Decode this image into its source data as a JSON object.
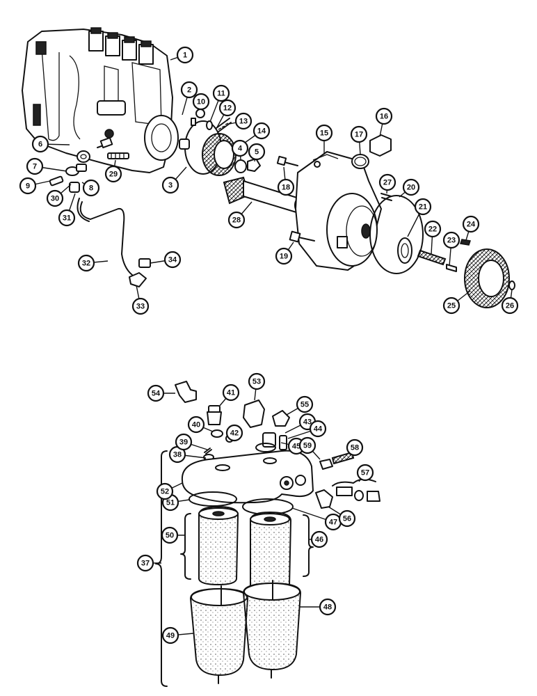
{
  "callouts": [
    {
      "label": "1"
    },
    {
      "label": "2"
    },
    {
      "label": "3"
    },
    {
      "label": "4"
    },
    {
      "label": "5"
    },
    {
      "label": "6"
    },
    {
      "label": "7"
    },
    {
      "label": "8"
    },
    {
      "label": "9"
    },
    {
      "label": "10"
    },
    {
      "label": "11"
    },
    {
      "label": "12"
    },
    {
      "label": "13"
    },
    {
      "label": "14"
    },
    {
      "label": "15"
    },
    {
      "label": "16"
    },
    {
      "label": "17"
    },
    {
      "label": "18"
    },
    {
      "label": "19"
    },
    {
      "label": "20"
    },
    {
      "label": "21"
    },
    {
      "label": "22"
    },
    {
      "label": "23"
    },
    {
      "label": "24"
    },
    {
      "label": "25"
    },
    {
      "label": "26"
    },
    {
      "label": "27"
    },
    {
      "label": "28"
    },
    {
      "label": "29"
    },
    {
      "label": "30"
    },
    {
      "label": "31"
    },
    {
      "label": "32"
    },
    {
      "label": "33"
    },
    {
      "label": "34"
    },
    {
      "label": "37"
    },
    {
      "label": "38"
    },
    {
      "label": "39"
    },
    {
      "label": "40"
    },
    {
      "label": "41"
    },
    {
      "label": "42"
    },
    {
      "label": "43"
    },
    {
      "label": "44"
    },
    {
      "label": "45"
    },
    {
      "label": "46"
    },
    {
      "label": "47"
    },
    {
      "label": "48"
    },
    {
      "label": "49"
    },
    {
      "label": "50"
    },
    {
      "label": "51"
    },
    {
      "label": "52"
    },
    {
      "label": "53"
    },
    {
      "label": "54"
    },
    {
      "label": "55"
    },
    {
      "label": "56"
    },
    {
      "label": "57"
    },
    {
      "label": "58"
    },
    {
      "label": "59"
    }
  ]
}
